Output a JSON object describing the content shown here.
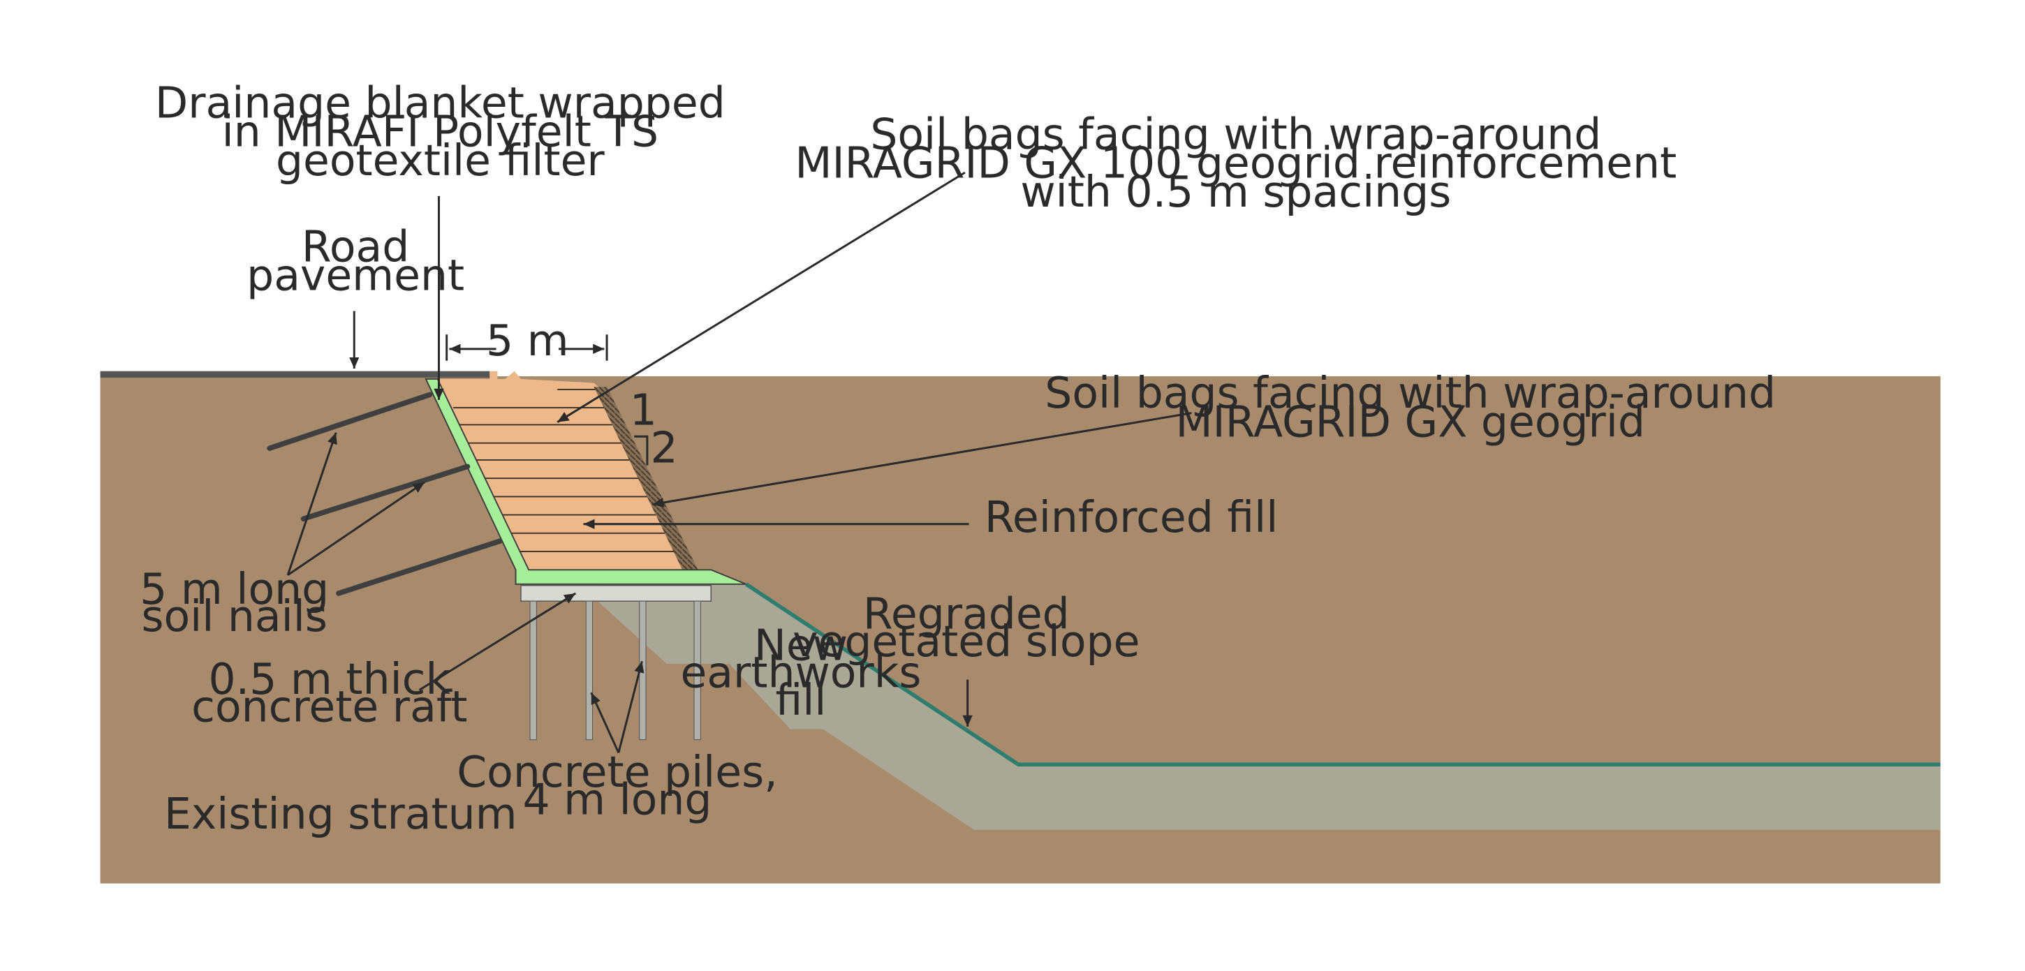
{
  "labels": {
    "drainage": [
      "Drainage blanket wrapped",
      "in MIRAFI Polyfelt TS",
      "geotextile filter"
    ],
    "road": [
      "Road",
      "pavement"
    ],
    "soil_bags_100": [
      "Soil bags facing with wrap-around",
      "MIRAGRID GX 100 geogrid reinforcement",
      "with 0.5 m spacings"
    ],
    "soil_bags_gx": [
      "Soil bags facing with wrap-around",
      "MIRAGRID GX geogrid"
    ],
    "reinforced_fill": [
      "Reinforced fill"
    ],
    "soil_nails": [
      "5 m long",
      "soil nails"
    ],
    "regraded": [
      "Regraded",
      "vegetated slope"
    ],
    "new_fill": [
      "New",
      "earthworks",
      "fill"
    ],
    "raft": [
      "0.5 m thick",
      "concrete raft"
    ],
    "piles": [
      "Concrete piles,",
      "4 m long"
    ],
    "existing": [
      "Existing stratum"
    ]
  },
  "dimension": "5 m",
  "slope_ratio": {
    "rise": "1",
    "run": "2"
  },
  "colors": {
    "existing_stratum": "#a88b6c",
    "earthworks_fill": "#a9a796",
    "reinforced_fill": "#eeb98a",
    "drainage_blanket": "#a6ee99",
    "concrete_raft": "#d8d9d2",
    "piles": "#b0b1ab",
    "road_pavement": "#555555",
    "vegetated_slope": "#2e7d6e",
    "soil_nails": "#3f3f3f",
    "facing": "#6e5c48"
  }
}
